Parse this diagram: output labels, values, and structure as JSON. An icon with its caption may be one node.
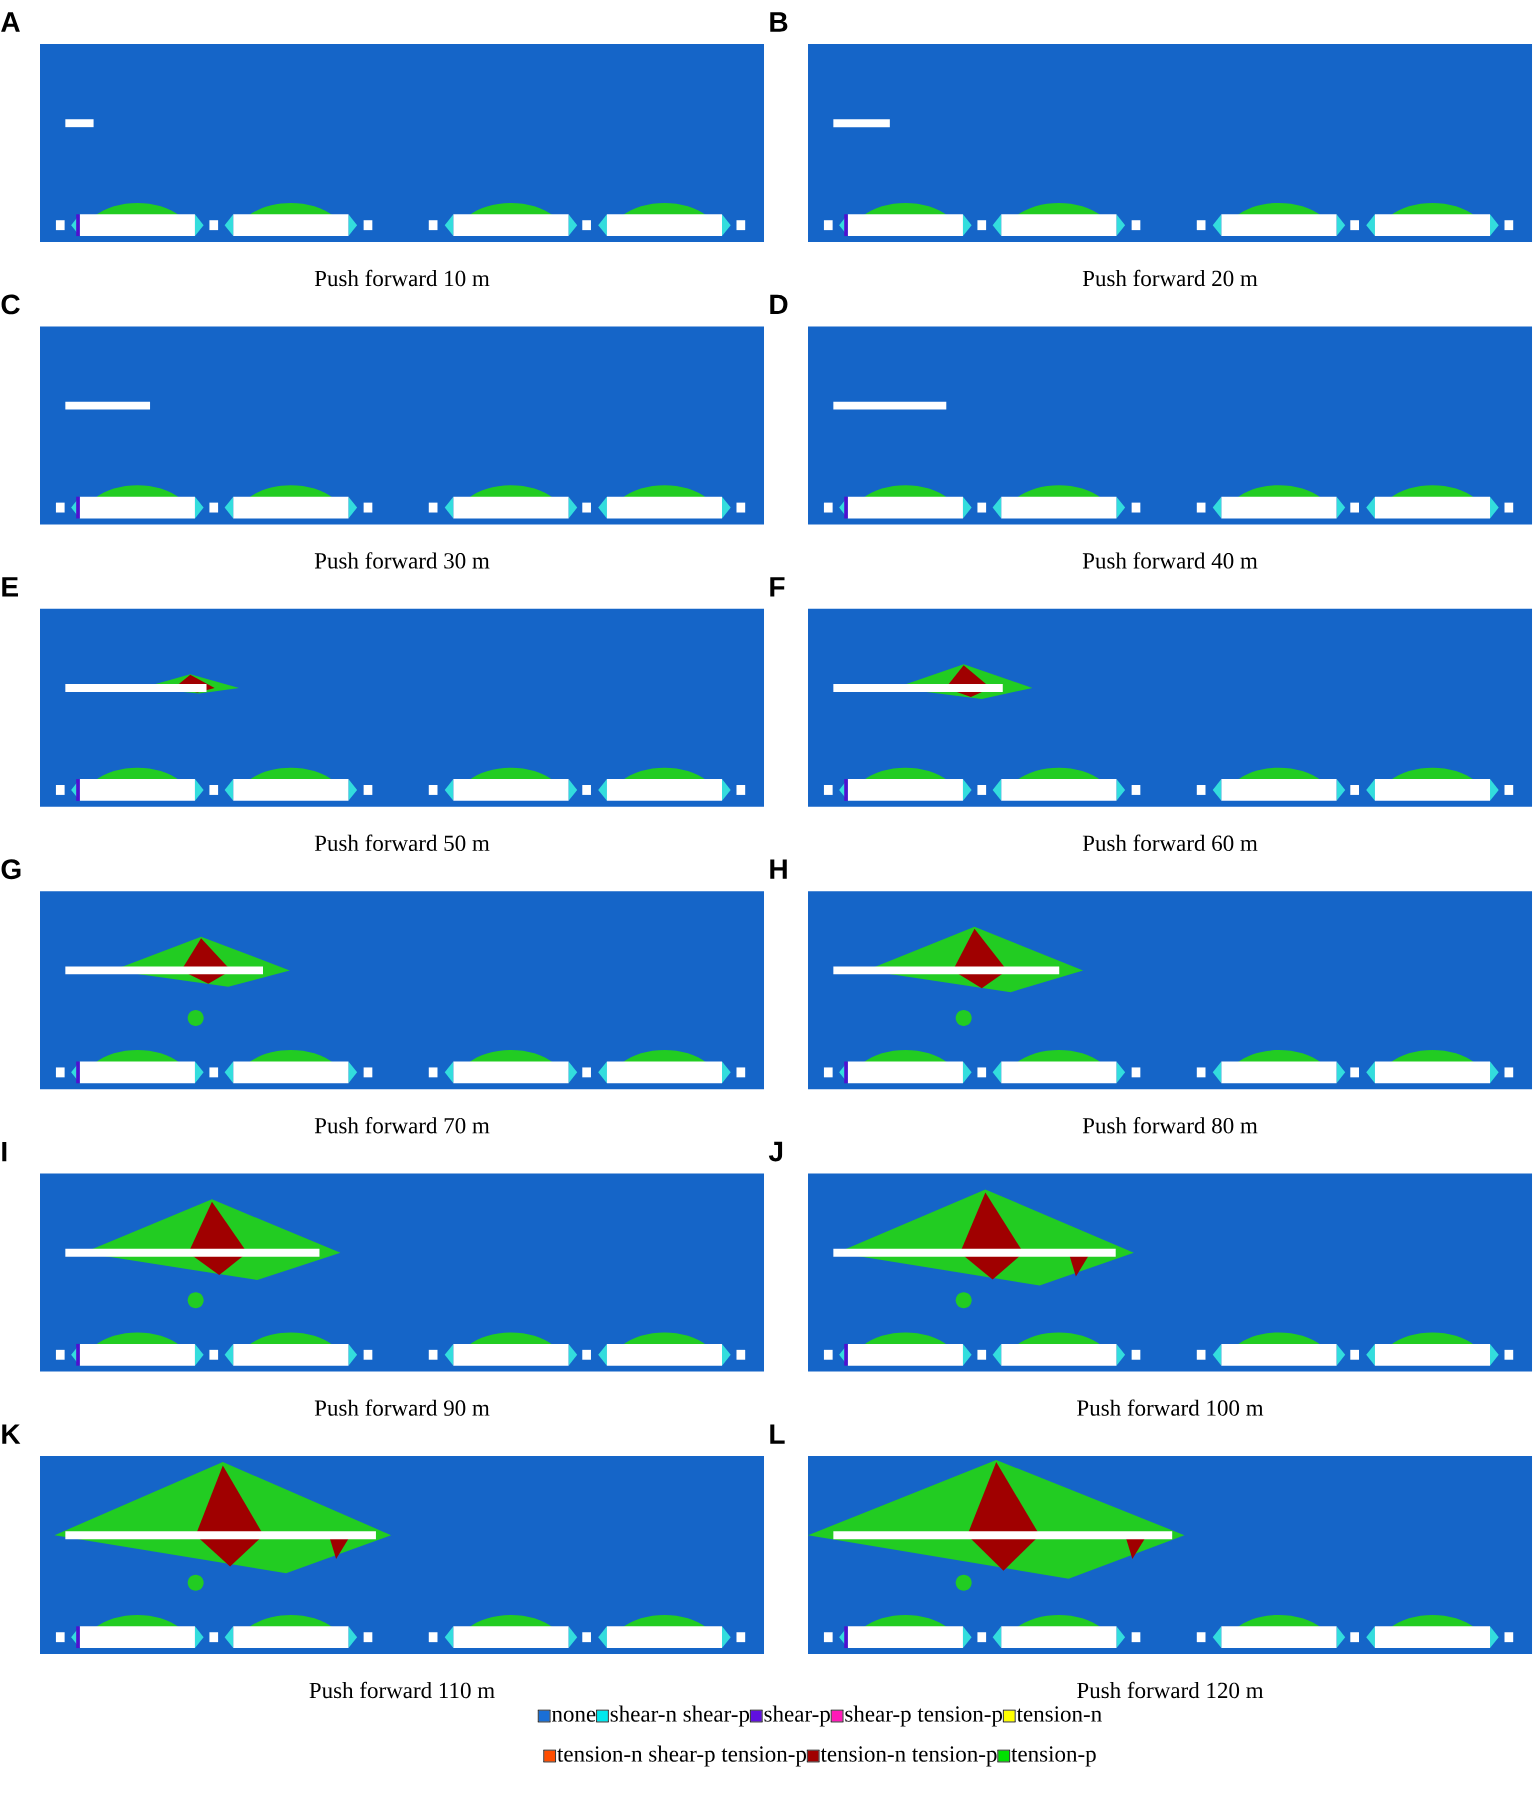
{
  "diagram": {
    "labels": [
      "A",
      "B",
      "Push forward 10 m",
      "Push forward 20 m",
      "C",
      "D",
      "Push forward 30 m",
      "Push forward 40 m",
      "E",
      "F",
      "Push forward 50 m",
      "Push forward 60 m",
      "G",
      "H",
      "Push forward 70 m",
      "Push forward 80 m",
      "I",
      "J",
      "Push forward 90 m",
      "Push forward 100 m",
      "K",
      "L",
      "Push forward 110 m",
      "Push forward 120 m"
    ],
    "legend": [
      {
        "text": "none",
        "color": "#1a6fd6"
      },
      {
        "text": "shear-n shear-p",
        "color": "#00e8ee"
      },
      {
        "text": "shear-p",
        "color": "#6010e0"
      },
      {
        "text": "shear-p tension-p",
        "color": "#ff1ab8"
      },
      {
        "text": "tension-n",
        "color": "#ffff00"
      },
      {
        "text": "tension-n shear-p tension-p",
        "color": "#ff4d00"
      },
      {
        "text": "tension-n tension-p",
        "color": "#a00000"
      },
      {
        "text": "tension-p",
        "color": "#00e000"
      }
    ]
  }
}
